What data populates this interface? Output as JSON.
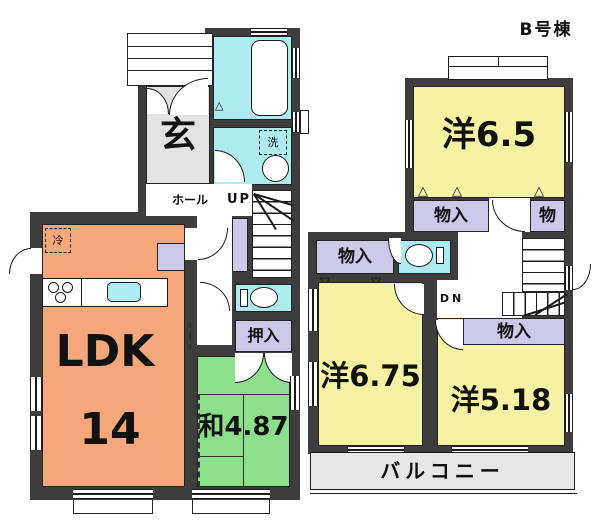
{
  "title": "B号棟",
  "colors": {
    "wall": "#3d3d3d",
    "ldk_fill": "#f4a77b",
    "tatami_fill": "#8ce08c",
    "western_fill": "#f6f2a3",
    "wet_area_fill": "#aeebf0",
    "storage_fill": "#cbc9ea",
    "entry_fill": "#e3e3e3",
    "balcony_fill": "#e6e6e6"
  },
  "floor1": {
    "entrance_label": "玄",
    "hall_label": "ホール",
    "stairs_label": "UP",
    "ldk_label": "LDK",
    "ldk_area": "14",
    "fridge_label": "冷",
    "washer_label": "洗",
    "closet_label": "押入",
    "tatami_label": "和4.87"
  },
  "floor2": {
    "room_upper_label": "洋6.5",
    "storage_a_label": "物入",
    "storage_b_label": "物",
    "storage_left_label": "物入",
    "storage_c_label": "物入",
    "stairs_label": "DN",
    "room_left_label": "洋6.75",
    "room_right_label": "洋5.18",
    "balcony_label": "バルコニー"
  }
}
